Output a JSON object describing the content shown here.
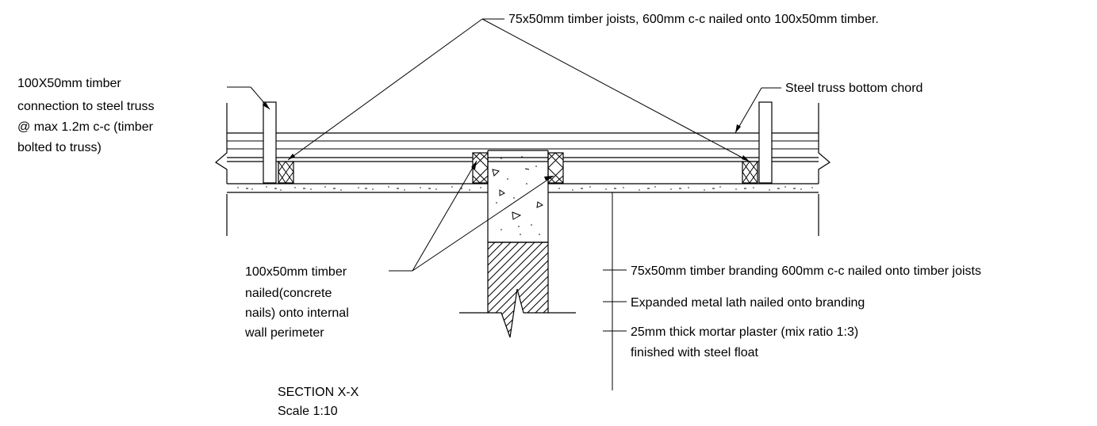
{
  "annotations": {
    "joists": "75x50mm timber joists, 600mm c-c nailed onto 100x50mm timber.",
    "connection": [
      "100X50mm timber",
      "connection to steel truss",
      "@ max 1.2m c-c (timber",
      "bolted to truss)"
    ],
    "bottom_chord": "Steel truss bottom chord",
    "perimeter_timber": [
      "100x50mm timber",
      "nailed(concrete",
      "nails) onto internal",
      "wall perimeter"
    ],
    "branding": "75x50mm timber branding 600mm c-c nailed onto timber joists",
    "lath": "Expanded metal lath nailed onto branding",
    "plaster": [
      "25mm thick mortar plaster (mix ratio 1:3)",
      "finished with steel float"
    ]
  },
  "title_block": {
    "title": "SECTION X-X",
    "scale": "Scale 1:10"
  }
}
